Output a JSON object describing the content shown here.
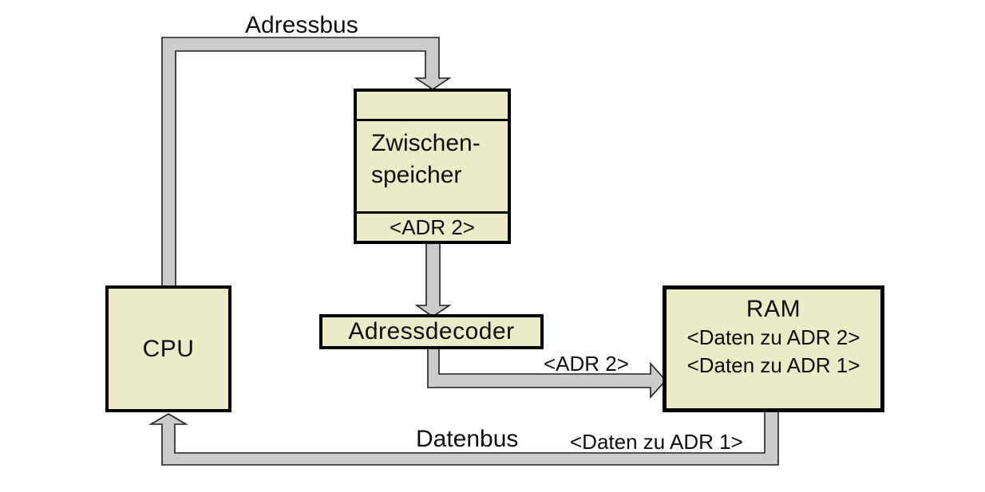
{
  "diagram": {
    "bus_labels": {
      "adressbus": "Adressbus",
      "datenbus": "Datenbus",
      "adr2": "<ADR 2>",
      "daten_zu_adr1": "<Daten zu ADR 1>"
    },
    "nodes": {
      "cpu": {
        "label": "CPU"
      },
      "zwischenspeicher": {
        "label_line1": "Zwischen-",
        "label_line2": "speicher",
        "address_slot": "<ADR 2>"
      },
      "adressdecoder": {
        "label": "Adressdecoder"
      },
      "ram": {
        "label": "RAM",
        "entries": [
          "<Daten zu ADR 2>",
          "<Daten zu ADR 1>"
        ]
      }
    },
    "colors": {
      "background": "#ffffff",
      "node_fill": "#ebebc8",
      "node_border": "#000000",
      "bus_fill": "#cbcbcb",
      "bus_outline": "#1f1f1f"
    }
  }
}
